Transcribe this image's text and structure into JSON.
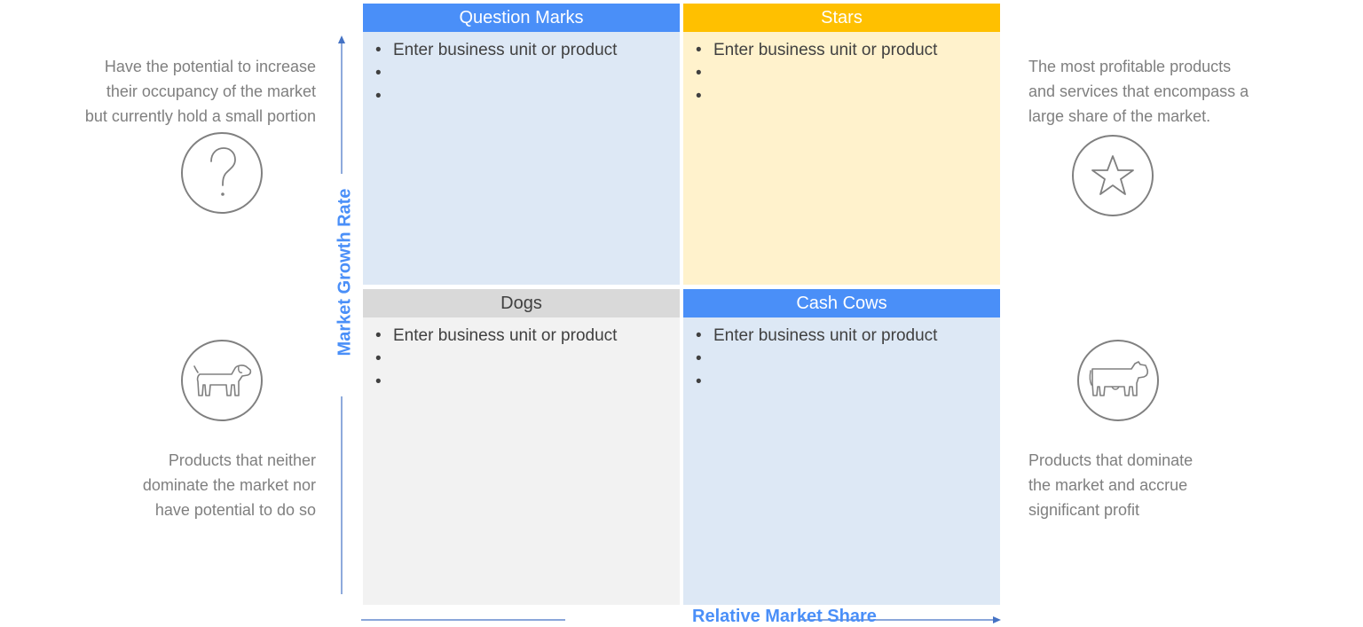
{
  "colors": {
    "blue_header": "#4a8ff8",
    "yellow_header": "#ffc000",
    "grey_header": "#d9d9d9",
    "blue_body": "#dde8f5",
    "yellow_body": "#fff2cc",
    "grey_body": "#f2f2f2",
    "axis": "#4472c4",
    "icon": "#808080"
  },
  "quadrants": {
    "top_left": {
      "title": "Question Marks",
      "items": [
        "Enter business unit or product",
        "",
        ""
      ]
    },
    "top_right": {
      "title": "Stars",
      "items": [
        "Enter business unit or product",
        "",
        ""
      ]
    },
    "bottom_left": {
      "title": "Dogs",
      "items": [
        "Enter business unit or product",
        "",
        ""
      ]
    },
    "bottom_right": {
      "title": "Cash Cows",
      "items": [
        "Enter business unit or product",
        "",
        ""
      ]
    }
  },
  "descriptions": {
    "question_marks": [
      "Have the potential to increase",
      "their occupancy of the market",
      "but currently hold a small portion"
    ],
    "stars": [
      "The most profitable products",
      "and services that encompass a",
      "large share of the market."
    ],
    "dogs": [
      "Products that neither",
      "dominate the market nor",
      "have potential to do so"
    ],
    "cash_cows": [
      "Products that dominate",
      "the market and accrue",
      "significant profit"
    ]
  },
  "icons": {
    "question_marks": "question-mark-icon",
    "stars": "star-icon",
    "dogs": "dog-icon",
    "cash_cows": "cow-icon"
  },
  "axes": {
    "y_label": "Market Growth Rate",
    "x_label": "Relative Market Share"
  }
}
